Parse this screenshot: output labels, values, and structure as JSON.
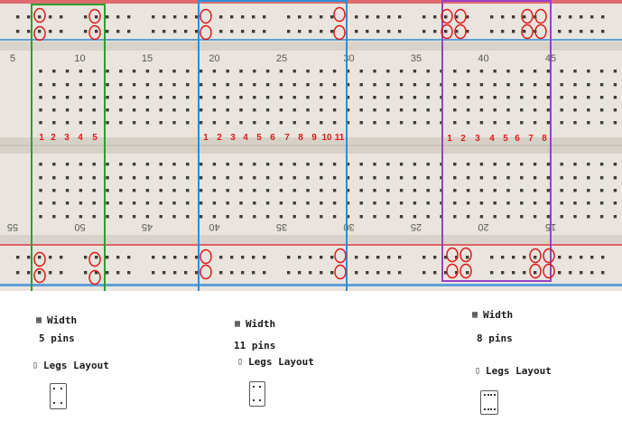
{
  "board": {
    "top_numbers": [
      "5",
      "10",
      "15",
      "20",
      "25",
      "30",
      "35",
      "40",
      "45"
    ],
    "bottom_numbers": [
      "55",
      "50",
      "45",
      "40",
      "35",
      "30",
      "25",
      "20",
      "15"
    ],
    "colors": {
      "board": "#e9e5de",
      "rail_red": "#d9404a",
      "rail_blue": "#3a8fd6",
      "pin_circle": "#e01818",
      "pin_label": "#e01818",
      "box_green": "#2aa12a",
      "box_blue": "#2b8fd8",
      "box_purple": "#9a40c8"
    }
  },
  "selections": [
    {
      "id": "green",
      "pin_labels": [
        "1",
        "2",
        "3",
        "4",
        "5"
      ]
    },
    {
      "id": "blue",
      "pin_labels": [
        "1",
        "2",
        "3",
        "4",
        "5",
        "6",
        "7",
        "8",
        "9",
        "10",
        "11"
      ]
    },
    {
      "id": "purple",
      "pin_labels": [
        "1",
        "2",
        "3",
        "4",
        "5",
        "6",
        "7",
        "8"
      ]
    }
  ],
  "info_panels": [
    {
      "width_label": "Width",
      "width_value": "5 pins",
      "layout_label": "Legs Layout",
      "width_icon": "grid-icon",
      "layout_icon": "legs-icon"
    },
    {
      "width_label": "Width",
      "width_value": "11 pins",
      "layout_label": "Legs Layout",
      "width_icon": "grid-icon",
      "layout_icon": "legs-icon"
    },
    {
      "width_label": "Width",
      "width_value": "8 pins",
      "layout_label": "Legs Layout",
      "width_icon": "grid-icon",
      "layout_icon": "legs-icon"
    }
  ]
}
